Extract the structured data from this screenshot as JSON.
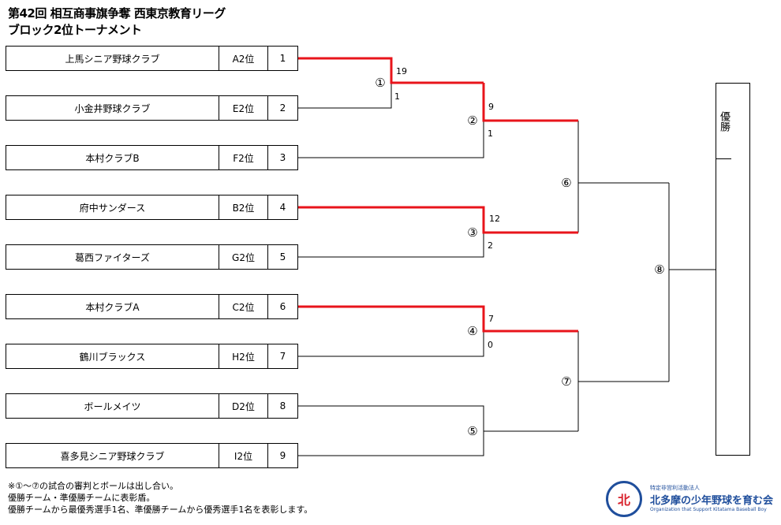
{
  "title": {
    "line1": "第42回 相互商事旗争奪 西東京教育リーグ",
    "line2": "ブロック2位トーナメント"
  },
  "teams": [
    {
      "name": "上馬シニア野球クラブ",
      "rank": "A2位",
      "no": "1"
    },
    {
      "name": "小金井野球クラブ",
      "rank": "E2位",
      "no": "2"
    },
    {
      "name": "本村クラブB",
      "rank": "F2位",
      "no": "3"
    },
    {
      "name": "府中サンダース",
      "rank": "B2位",
      "no": "4"
    },
    {
      "name": "葛西ファイターズ",
      "rank": "G2位",
      "no": "5"
    },
    {
      "name": "本村クラブA",
      "rank": "C2位",
      "no": "6"
    },
    {
      "name": "鶴川ブラックス",
      "rank": "H2位",
      "no": "7"
    },
    {
      "name": "ボールメイツ",
      "rank": "D2位",
      "no": "8"
    },
    {
      "name": "喜多見シニア野球クラブ",
      "rank": "I2位",
      "no": "9"
    }
  ],
  "matches": [
    {
      "label": "①",
      "top_score": "19",
      "bottom_score": "1"
    },
    {
      "label": "②",
      "top_score": "9",
      "bottom_score": "1"
    },
    {
      "label": "③",
      "top_score": "12",
      "bottom_score": "2"
    },
    {
      "label": "④",
      "top_score": "7",
      "bottom_score": "0"
    },
    {
      "label": "⑤"
    },
    {
      "label": "⑥"
    },
    {
      "label": "⑦"
    },
    {
      "label": "⑧"
    }
  ],
  "champion_label": "優勝",
  "notes": [
    "※①～⑦の試合の審判とボールは出し合い。",
    "優勝チーム・準優勝チームに表彰盾。",
    "優勝チームから最優秀選手1名、準優勝チームから優秀選手1名を表彰します。"
  ],
  "logo": {
    "small": "特定非営利活動法人",
    "main": "北多摩の少年野球を育む会",
    "english": "Organization that Support Kitatama Baseball Boy",
    "mark": "北"
  },
  "colors": {
    "winner_line": "#e8141b",
    "line": "#000000"
  }
}
